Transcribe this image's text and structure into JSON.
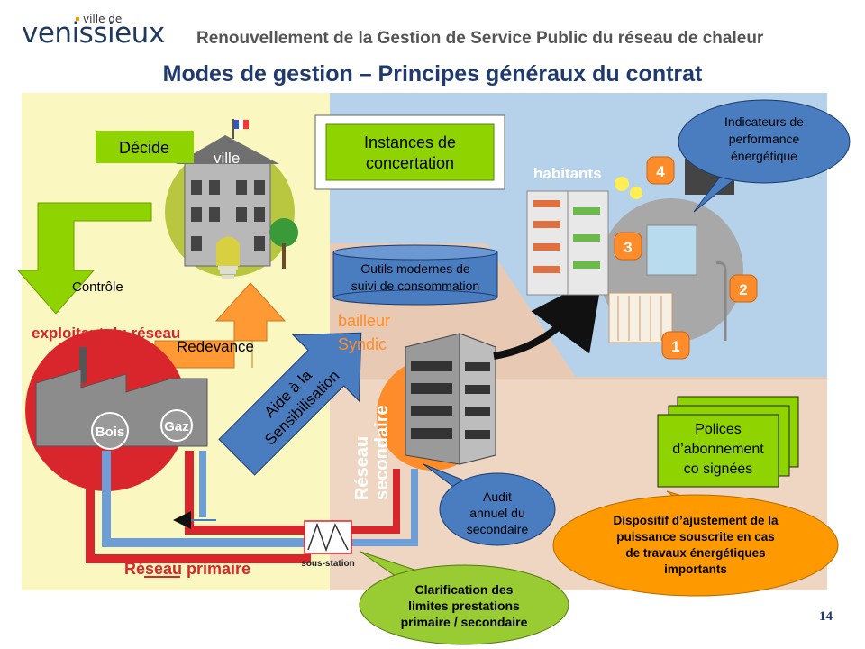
{
  "header": {
    "logo_small": "ville de",
    "logo_main": "venissieux",
    "title": "Renouvellement de la Gestion de Service Public du réseau de chaleur"
  },
  "slide_title": "Modes de gestion – Principes généraux du contrat",
  "page_number": "14",
  "diagram": {
    "ville_label": "ville",
    "decide_label": "Décide",
    "controle_label": "Contrôle",
    "redevance_label": "Redevance",
    "exploitant_label": "exploitant du réseau",
    "bois_label": "Bois",
    "gaz_label": "Gaz",
    "instances_line1": "Instances de",
    "instances_line2": "concertation",
    "outils_line1": "Outils modernes de",
    "outils_line2": "suivi de consommation",
    "aide_line1": "Aide à la",
    "aide_line2": "Sensibilisation",
    "bailleur_label": "bailleur",
    "syndic_label": "Syndic",
    "reseau_sec_line1": "Réseau",
    "reseau_sec_line2": "secondaire",
    "habitants_label": "habitants",
    "indicateurs_line1": "Indicateurs de",
    "indicateurs_line2": "performance",
    "indicateurs_line3": "énergétique",
    "step_1": "1",
    "step_2": "2",
    "step_3": "3",
    "step_4": "4",
    "audit_line1": "Audit",
    "audit_line2": "annuel du",
    "audit_line3": "secondaire",
    "polices_line1": "Polices",
    "polices_line2": "d’abonnement",
    "polices_line3": "co signées",
    "dispositif_line1": "Dispositif d’ajustement de la",
    "dispositif_line2": "puissance souscrite en cas",
    "dispositif_line3": "de travaux énergétiques",
    "dispositif_line4": "importants",
    "reseau_primaire_label": "Réseau primaire",
    "sous_station_label": "sous-station",
    "clarif_line1": "Clarification des",
    "clarif_line2": "limites prestations",
    "clarif_line3": "primaire / secondaire",
    "colors": {
      "title_blue": "#1f3a6e",
      "green_box": "#8fd400",
      "blue_callout": "#4a7cc0",
      "orange_callout": "#ff9900",
      "green_callout": "#99cc33",
      "primary_red": "#d8262c",
      "primary_blue": "#6e9ed8"
    }
  }
}
